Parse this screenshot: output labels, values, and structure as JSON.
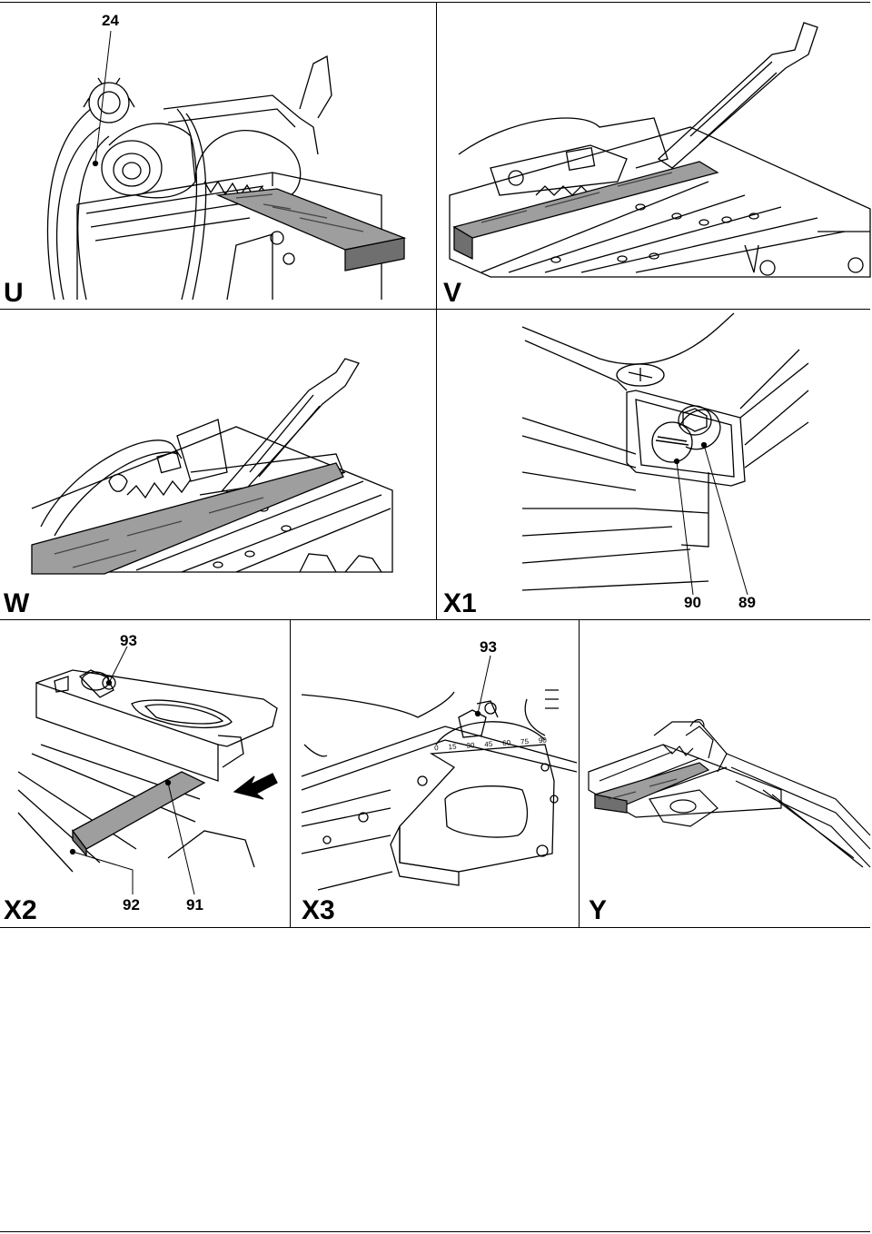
{
  "panels": {
    "U": {
      "letter": "U",
      "callouts": [
        "24"
      ]
    },
    "V": {
      "letter": "V"
    },
    "W": {
      "letter": "W"
    },
    "X1": {
      "letter": "X1",
      "callouts": [
        "90",
        "89"
      ]
    },
    "X2": {
      "letter": "X2",
      "callouts": [
        "93",
        "92",
        "91"
      ]
    },
    "X3": {
      "letter": "X3",
      "callouts": [
        "93"
      ],
      "scale": [
        "0",
        "15",
        "30",
        "45",
        "60",
        "75",
        "90"
      ]
    },
    "Y": {
      "letter": "Y"
    }
  }
}
